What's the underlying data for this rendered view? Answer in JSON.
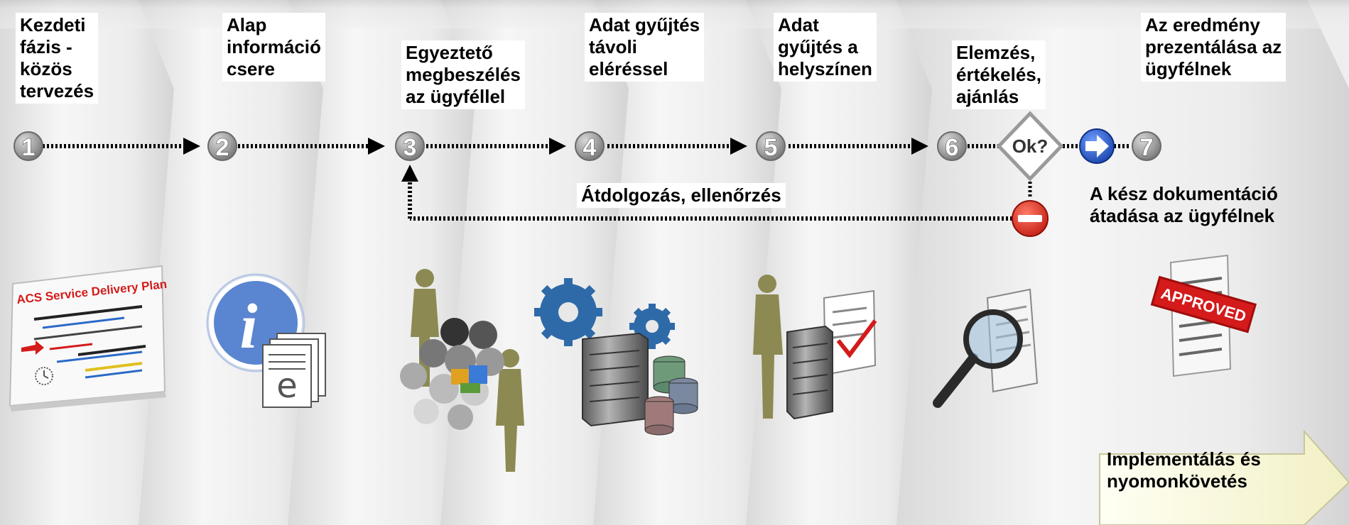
{
  "steps": [
    {
      "number": "1",
      "title": "Kezdeti\nfázis -\nközös\ntervezés"
    },
    {
      "number": "2",
      "title": "Alap\ninformáció\ncsere"
    },
    {
      "number": "3",
      "title": "Egyeztető\nmegbeszélés\naz ügyféllel"
    },
    {
      "number": "4",
      "title": "Adat gyűjtés\ntávoli\neléréssel"
    },
    {
      "number": "5",
      "title": "Adat\ngyűjtés a\nhelyszínen"
    },
    {
      "number": "6",
      "title": "Elemzés,\nértékelés,\najánlás"
    },
    {
      "number": "7",
      "title": "Az eredmény\nprezentálása az\nügyfélnek"
    }
  ],
  "decision": {
    "label": "Ok?"
  },
  "rework_label": "Átdolgozás, ellenőrzés",
  "handover_label": "A kész dokumentáció\nátadása az ügyfélnek",
  "implementation_label": "Implementálás és\nnyomonkövetés",
  "plan_doc_title": "ACS Service Delivery Plan",
  "stamp_text": "APPROVED",
  "colors": {
    "chevron_light": "#f4f4f4",
    "chevron_dark": "#d6d6d6",
    "circle": "#9a9a9a",
    "dotted_line": "#000000",
    "stop_red": "#d62a1c",
    "next_blue": "#1f55c9",
    "stamp_red": "#d41a1a",
    "silhouette": "#8c8a52",
    "gear_blue": "#2f6aa8"
  },
  "icons": [
    "plan-document-icon",
    "info-documents-icon",
    "meeting-people-icon",
    "gears-database-icon",
    "person-server-checklist-icon",
    "magnifier-document-icon",
    "approved-document-icon"
  ]
}
